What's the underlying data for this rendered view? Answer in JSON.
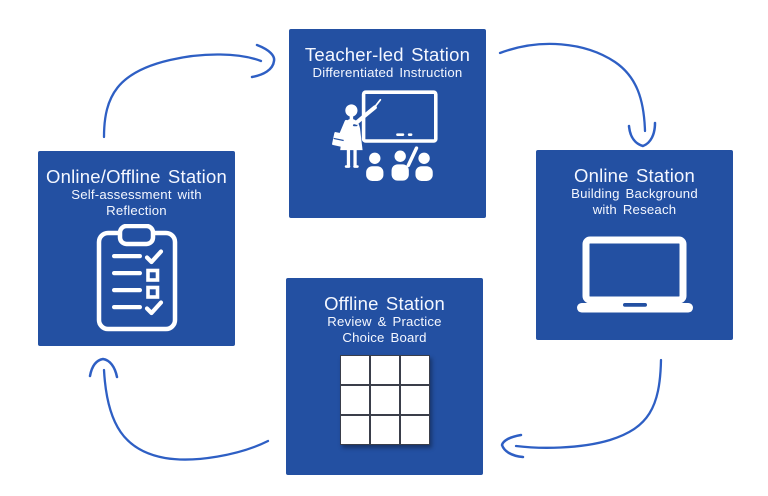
{
  "colors": {
    "background": "#FFFFFF",
    "box_blue": "#2350A2",
    "arrow_blue": "#2E5FC4",
    "text": "#F4F7FF",
    "grid_line": "#3A3E4A",
    "icon_white": "#FFFFFF"
  },
  "stations": {
    "teacher_led": {
      "title": "Teacher-led Station",
      "subtitle_line1": "Differentiated Instruction",
      "subtitle_line2": "",
      "icon": "teacher-blackboard-icon"
    },
    "online": {
      "title": "Online Station",
      "subtitle_line1": "Building Background",
      "subtitle_line2": "with Reseach",
      "icon": "laptop-icon"
    },
    "offline": {
      "title": "Offline Station",
      "subtitle_line1": "Review & Practice",
      "subtitle_line2": "Choice Board",
      "icon": "choice-board-grid-icon"
    },
    "online_offline": {
      "title": "Online/Offline Station",
      "subtitle_line1": "Self-assessment with",
      "subtitle_line2": "Reflection",
      "icon": "clipboard-checklist-icon"
    }
  },
  "arrows": [
    "arrow-left-to-top",
    "arrow-top-to-right",
    "arrow-right-to-bottom",
    "arrow-bottom-to-left"
  ]
}
